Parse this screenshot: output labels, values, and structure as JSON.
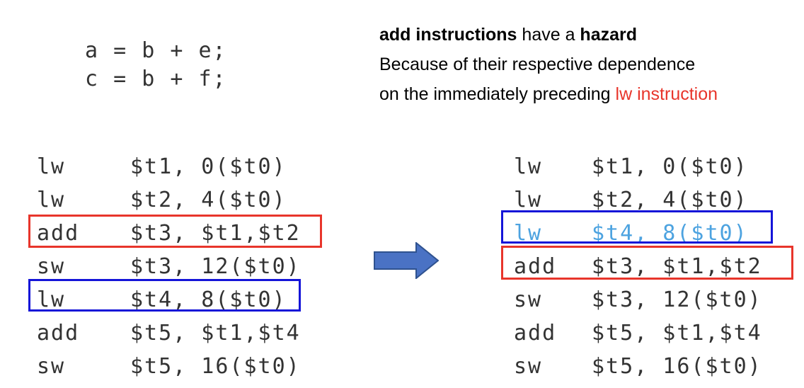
{
  "source_code": [
    "a = b + e;",
    "c = b + f;"
  ],
  "explanation": {
    "line1_bold_a": "add instructions",
    "line1_mid": " have a ",
    "line1_bold_b": "hazard",
    "line2": "Because of their respective dependence",
    "line3_prefix": "on the immediately preceding ",
    "line3_red": "lw instruction"
  },
  "left_code": [
    {
      "op": "lw",
      "args": "$t1, 0($t0)"
    },
    {
      "op": "lw",
      "args": "$t2, 4($t0)"
    },
    {
      "op": "add",
      "args": "$t3, $t1,$t2"
    },
    {
      "op": "sw",
      "args": "$t3, 12($t0)"
    },
    {
      "op": "lw",
      "args": "$t4, 8($t0)"
    },
    {
      "op": "add",
      "args": "$t5, $t1,$t4"
    },
    {
      "op": "sw",
      "args": "$t5, 16($t0)"
    }
  ],
  "right_code": [
    {
      "op": "lw",
      "args": "$t1, 0($t0)"
    },
    {
      "op": "lw",
      "args": "$t2, 4($t0)"
    },
    {
      "op": "lw",
      "args": "$t4, 8($t0)"
    },
    {
      "op": "add",
      "args": "$t3, $t1,$t2"
    },
    {
      "op": "sw",
      "args": "$t3, 12($t0)"
    },
    {
      "op": "add",
      "args": "$t5, $t1,$t4"
    },
    {
      "op": "sw",
      "args": "$t5, 16($t0)"
    }
  ],
  "colors": {
    "hazard_box": "#e8352b",
    "moved_box": "#1515d8",
    "moved_text": "#4da3e0",
    "arrow_fill": "#4a72c4",
    "arrow_stroke": "#2f528f"
  }
}
